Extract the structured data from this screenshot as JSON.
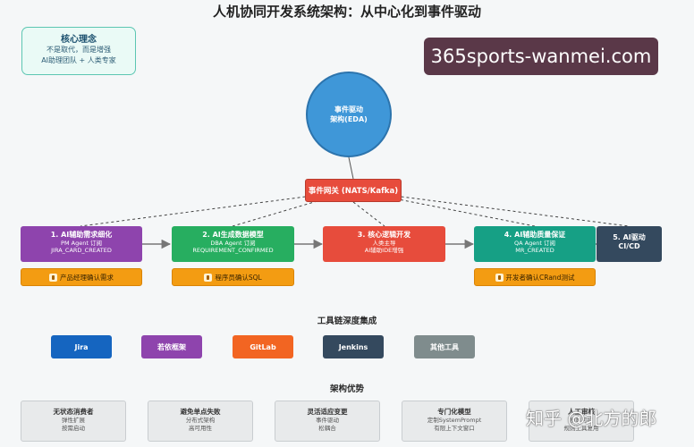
{
  "title": "人机协同开发系统架构：从中心化到事件驱动",
  "core": {
    "heading": "核心理念",
    "line1": "不是取代，而是增强",
    "line2": "AI助理团队 + 人类专家"
  },
  "watermark": "365sports-wanmei.com",
  "eda": {
    "line1": "事件驱动",
    "line2": "架构(EDA)"
  },
  "gateway": "事件网关 (NATS/Kafka)",
  "stages": [
    {
      "title": "1. AI辅助需求细化",
      "sub1": "PM Agent 订阅",
      "sub2": "JIRA_CARD_CREATED",
      "color": "#8e44ad"
    },
    {
      "title": "2. AI生成数据模型",
      "sub1": "DBA Agent 订阅",
      "sub2": "REQUIREMENT_CONFIRMED",
      "color": "#27ae60"
    },
    {
      "title": "3. 核心逻辑开发",
      "sub1": "人类主导",
      "sub2": "AI辅助IDE增强",
      "color": "#e74c3c"
    },
    {
      "title": "4. AI辅助质量保证",
      "sub1": "QA Agent 订阅",
      "sub2": "MR_CREATED",
      "color": "#16a085"
    },
    {
      "title": "5. AI驱动",
      "sub1": "CI/CD",
      "sub2": "",
      "color": "#34495e"
    }
  ],
  "confirmations": [
    "产品经理确认需求",
    "程序员确认SQL",
    "开发者确认CRand测试"
  ],
  "tools_title": "工具链深度集成",
  "tools": [
    {
      "label": "Jira",
      "color": "#1565c0"
    },
    {
      "label": "若依框架",
      "color": "#8e44ad"
    },
    {
      "label": "GitLab",
      "color": "#f26522"
    },
    {
      "label": "Jenkins",
      "color": "#34495e"
    },
    {
      "label": "其他工具",
      "color": "#7f8c8d"
    }
  ],
  "advantages_title": "架构优势",
  "advantages": [
    {
      "heading": "无状态消费者",
      "line1": "弹性扩展",
      "line2": "按需启动"
    },
    {
      "heading": "避免单点失败",
      "line1": "分布式架构",
      "line2": "高可用性"
    },
    {
      "heading": "灵活适应变更",
      "line1": "事件驱动",
      "line2": "松耦合"
    },
    {
      "heading": "专门化模型",
      "line1": "定制SystemPrompt",
      "line2": "有限上下文窗口"
    },
    {
      "heading": "人工审核",
      "line1": "质量可控",
      "line2": "规则工具复用"
    }
  ],
  "zhihu": "知乎 @北方的郎"
}
